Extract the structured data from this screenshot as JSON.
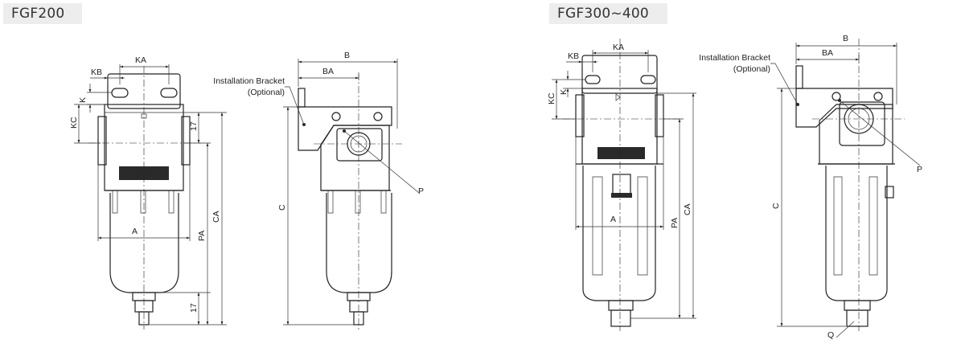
{
  "models": {
    "left": "FGF200",
    "right": "FGF300~400"
  },
  "callouts": {
    "bracket_line1": "Installation Bracket",
    "bracket_line2": "(Optional)"
  },
  "dims": {
    "KA": "KA",
    "KB": "KB",
    "KC": "KC",
    "K": "K",
    "A": "A",
    "B": "B",
    "BA": "BA",
    "C": "C",
    "CA": "CA",
    "PA": "PA",
    "P": "P",
    "Q": "Q",
    "seventeen": "17"
  },
  "colors": {
    "line": "#222222",
    "label_bg": "#ededed"
  }
}
